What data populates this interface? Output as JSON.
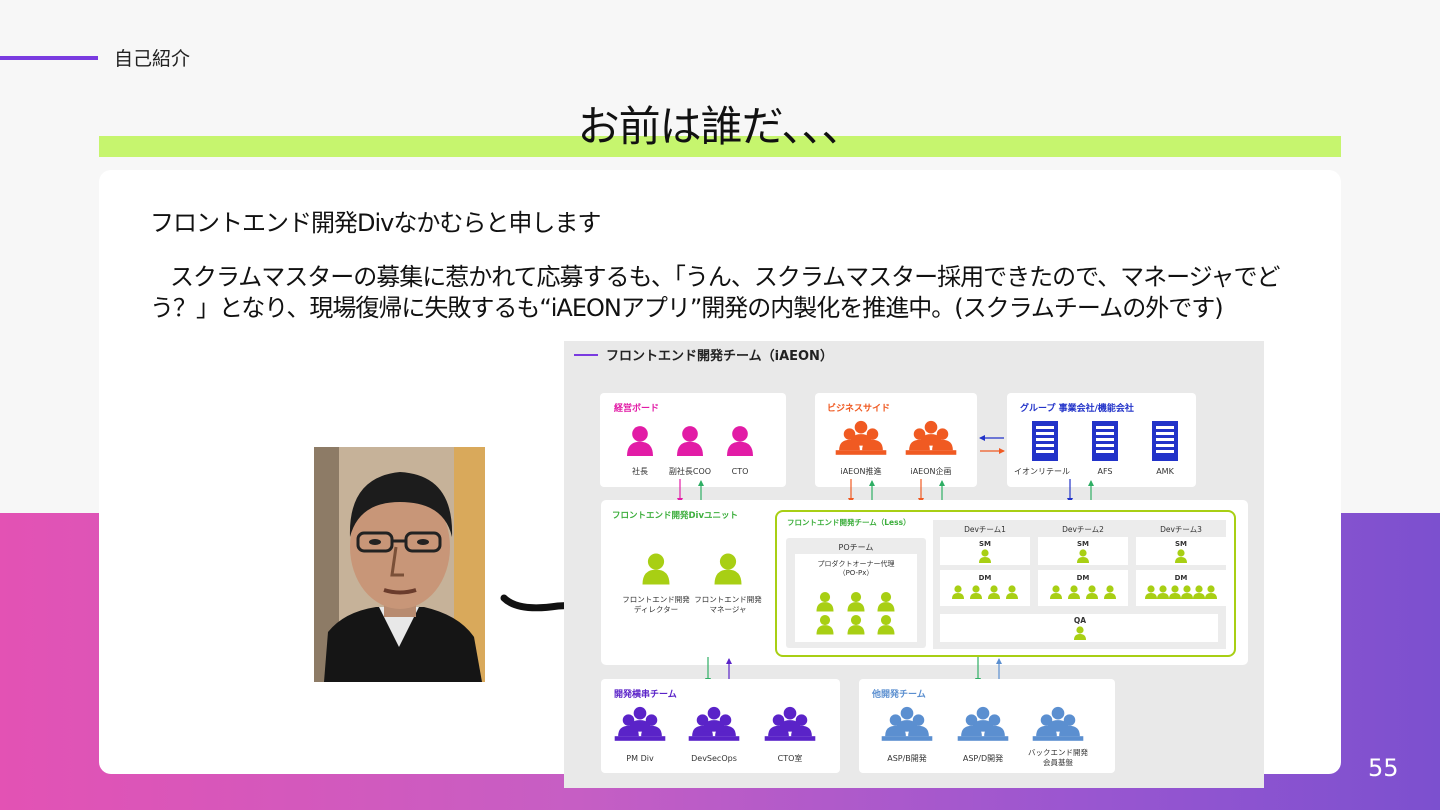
{
  "section": {
    "label": "自己紹介"
  },
  "slide": {
    "title": "お前は誰だ、、、",
    "intro": "フロントエンド開発Divなかむらと申します",
    "paragraph": "スクラムマスターの募集に惹かれて応募するも、「うん、スクラムマスター採用できたので、マネージャでどう？」となり、現場復帰に失敗するも“iAEONアプリ”開発の内製化を推進中。(スクラムチームの外です)",
    "page_number": "55"
  },
  "org_chart": {
    "title": "フロントエンド開発チーム（iAEON）",
    "board": {
      "title": "経営ボード",
      "members": [
        "社長",
        "副社長COO",
        "CTO"
      ]
    },
    "business": {
      "title": "ビジネスサイド",
      "members": [
        "iAEON推進",
        "iAEON企画"
      ]
    },
    "group": {
      "title": "グループ 事業会社/機能会社",
      "members": [
        "イオンリテール",
        "AFS",
        "AMK"
      ]
    },
    "frontend_div": {
      "title": "フロントエンド開発Divユニット",
      "members": [
        "フロントエンド開発\nディレクター",
        "フロントエンド開発\nマネージャ"
      ]
    },
    "frontend_team": {
      "title": "フロントエンド開発チーム（Less）"
    },
    "po_team": {
      "title": "POチーム",
      "subtitle": "プロダクトオーナー代理\n（PO-Px）"
    },
    "dev_teams": [
      {
        "title": "Devチーム1",
        "sm": "SM",
        "dm": "DM",
        "dm_count": 4
      },
      {
        "title": "Devチーム2",
        "sm": "SM",
        "dm": "DM",
        "dm_count": 4
      },
      {
        "title": "Devチーム3",
        "sm": "SM",
        "dm": "DM",
        "dm_count": 6
      }
    ],
    "qa": "QA",
    "cross_team": {
      "title": "開発横串チーム",
      "members": [
        "PM Div",
        "DevSecOps",
        "CTO室"
      ]
    },
    "other_team": {
      "title": "他開発チーム",
      "members": [
        "ASP/B開発",
        "ASP/D開発",
        "バックエンド開発\n会員基盤"
      ]
    },
    "colors": {
      "board": "#e21ca6",
      "business": "#f05a22",
      "group": "#2233c9",
      "frontend": "#a8cf14",
      "frontend_title": "#3cae3c",
      "cross": "#5a23c8",
      "other": "#5b8fd0",
      "accent": "#7a3be0"
    }
  }
}
